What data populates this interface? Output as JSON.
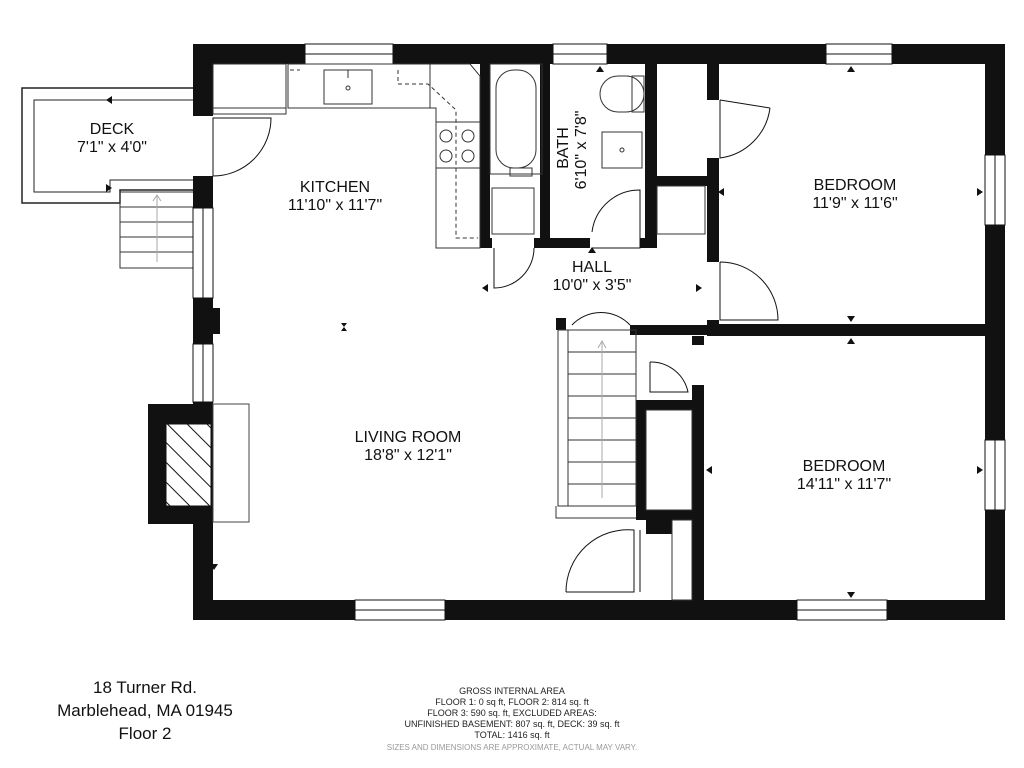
{
  "rooms": {
    "deck": {
      "name": "DECK",
      "dims": "7'1\" x 4'0\""
    },
    "kitchen": {
      "name": "KITCHEN",
      "dims": "11'10\" x 11'7\""
    },
    "bath": {
      "name": "BATH",
      "dims": "6'10\" x 7'8\""
    },
    "hall": {
      "name": "HALL",
      "dims": "10'0\" x 3'5\""
    },
    "living_room": {
      "name": "LIVING ROOM",
      "dims": "18'8\" x 12'1\""
    },
    "bedroom_top": {
      "name": "BEDROOM",
      "dims": "11'9\" x 11'6\""
    },
    "bedroom_bottom": {
      "name": "BEDROOM",
      "dims": "14'11\" x 11'7\""
    }
  },
  "address": {
    "street": "18 Turner Rd.",
    "city": "Marblehead, MA 01945",
    "floor": "Floor 2"
  },
  "area_summary": {
    "heading": "GROSS INTERNAL AREA",
    "line1": "FLOOR 1: 0 sq ft, FLOOR 2: 814 sq. ft",
    "line2": "FLOOR 3: 590 sq. ft, EXCLUDED AREAS:",
    "line3": "UNFINISHED BASEMENT: 807 sq. ft, DECK: 39 sq. ft",
    "line4": "TOTAL: 1416 sq. ft",
    "disclaimer": "SIZES AND DIMENSIONS ARE APPROXIMATE, ACTUAL MAY VARY."
  }
}
